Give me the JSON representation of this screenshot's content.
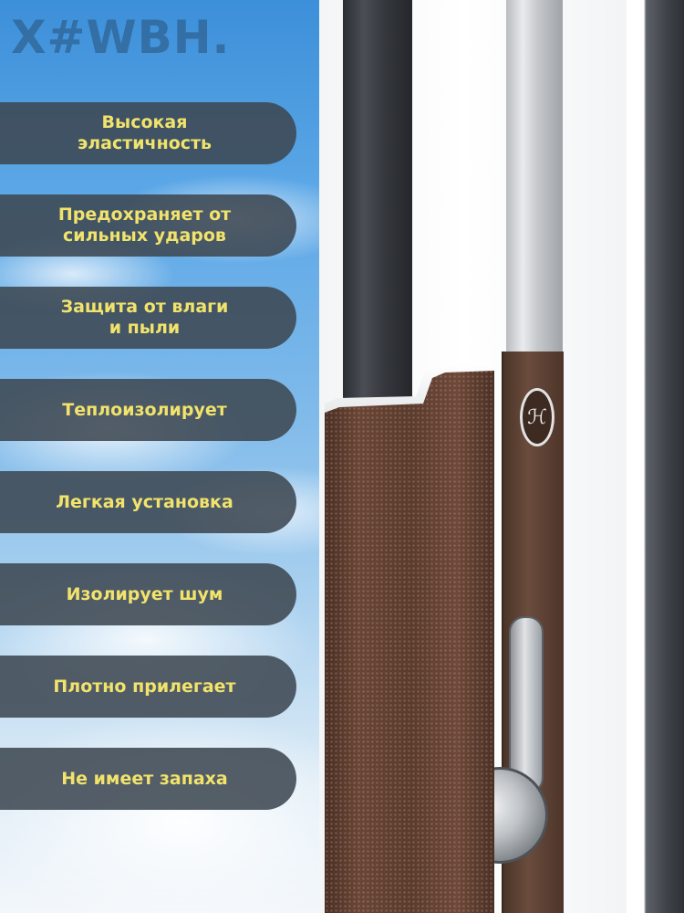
{
  "brand": "X#WBH.",
  "accent_text_color": "#f1e36b",
  "pill_color": "#3e4852",
  "lock_logo_glyph": "ℋ",
  "features": [
    "Высокая\nэластичность",
    "Предохраняет от\nсильных ударов",
    "Защита от влаги\nи пыли",
    "Теплоизолирует",
    "Легкая установка",
    "Изолирует шум",
    "Плотно прилегает",
    "Не имеет запаха"
  ]
}
